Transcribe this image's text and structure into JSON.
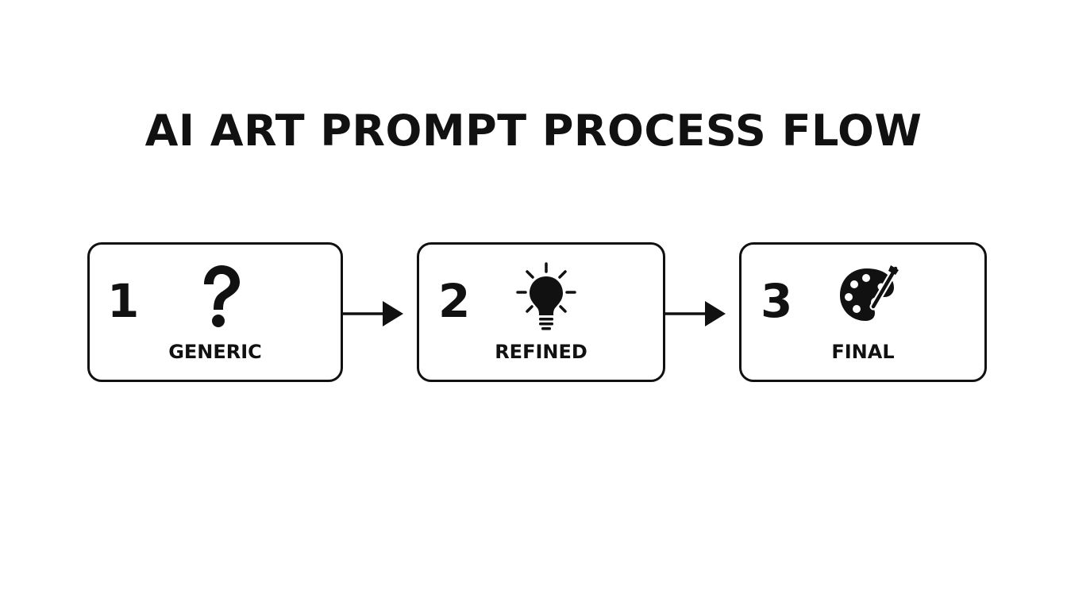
{
  "title": "AI ART PROMPT PROCESS FLOW",
  "steps": [
    {
      "number": "1",
      "label": "GENERIC",
      "icon": "question-mark-icon"
    },
    {
      "number": "2",
      "label": "REFINED",
      "icon": "lightbulb-icon"
    },
    {
      "number": "3",
      "label": "FINAL",
      "icon": "palette-icon"
    }
  ],
  "colors": {
    "ink": "#111111",
    "background": "#ffffff"
  }
}
